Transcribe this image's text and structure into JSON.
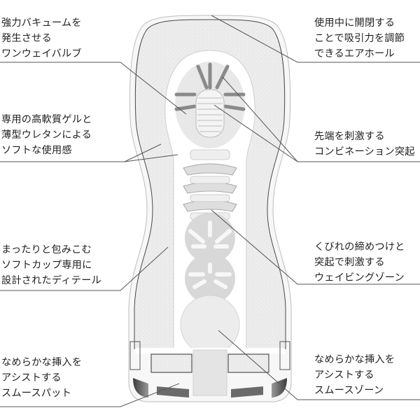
{
  "diagram": {
    "subject": "cross-section of soft cup with callouts",
    "colors": {
      "background": "#ffffff",
      "text": "#222222",
      "leader_line": "#555555",
      "gel_fill": "#ececec",
      "outline": "#4a4a4a",
      "sleeve": "#f6f6f6"
    }
  },
  "callouts": {
    "left": [
      {
        "id": "one-way-valve",
        "lines": [
          "強力バキュームを",
          "発生させる",
          "ワンウェイバルブ"
        ]
      },
      {
        "id": "soft-gel",
        "lines": [
          "専用の高軟質ゲルと",
          "薄型ウレタンによる",
          "ソフトな使用感"
        ]
      },
      {
        "id": "soft-cup-detail",
        "lines": [
          "まったりと包みこむ",
          "ソフトカップ専用に",
          "設計されたディテール"
        ]
      },
      {
        "id": "smooth-pad",
        "lines": [
          "なめらかな挿入を",
          "アシストする",
          "スムースパット"
        ]
      }
    ],
    "right": [
      {
        "id": "air-hole",
        "lines": [
          "使用中に開閉する",
          "ことで吸引力を調節",
          "できるエアホール"
        ]
      },
      {
        "id": "combination-bumps",
        "lines": [
          "先端を刺激する",
          "コンビネーション突起"
        ]
      },
      {
        "id": "waving-zone",
        "lines": [
          "くびれの締めつけと",
          "突起で刺激する",
          "ウェイビングゾーン"
        ]
      },
      {
        "id": "smooth-zone",
        "lines": [
          "なめらかな挿入を",
          "アシストする",
          "スムースゾーン"
        ]
      }
    ]
  }
}
